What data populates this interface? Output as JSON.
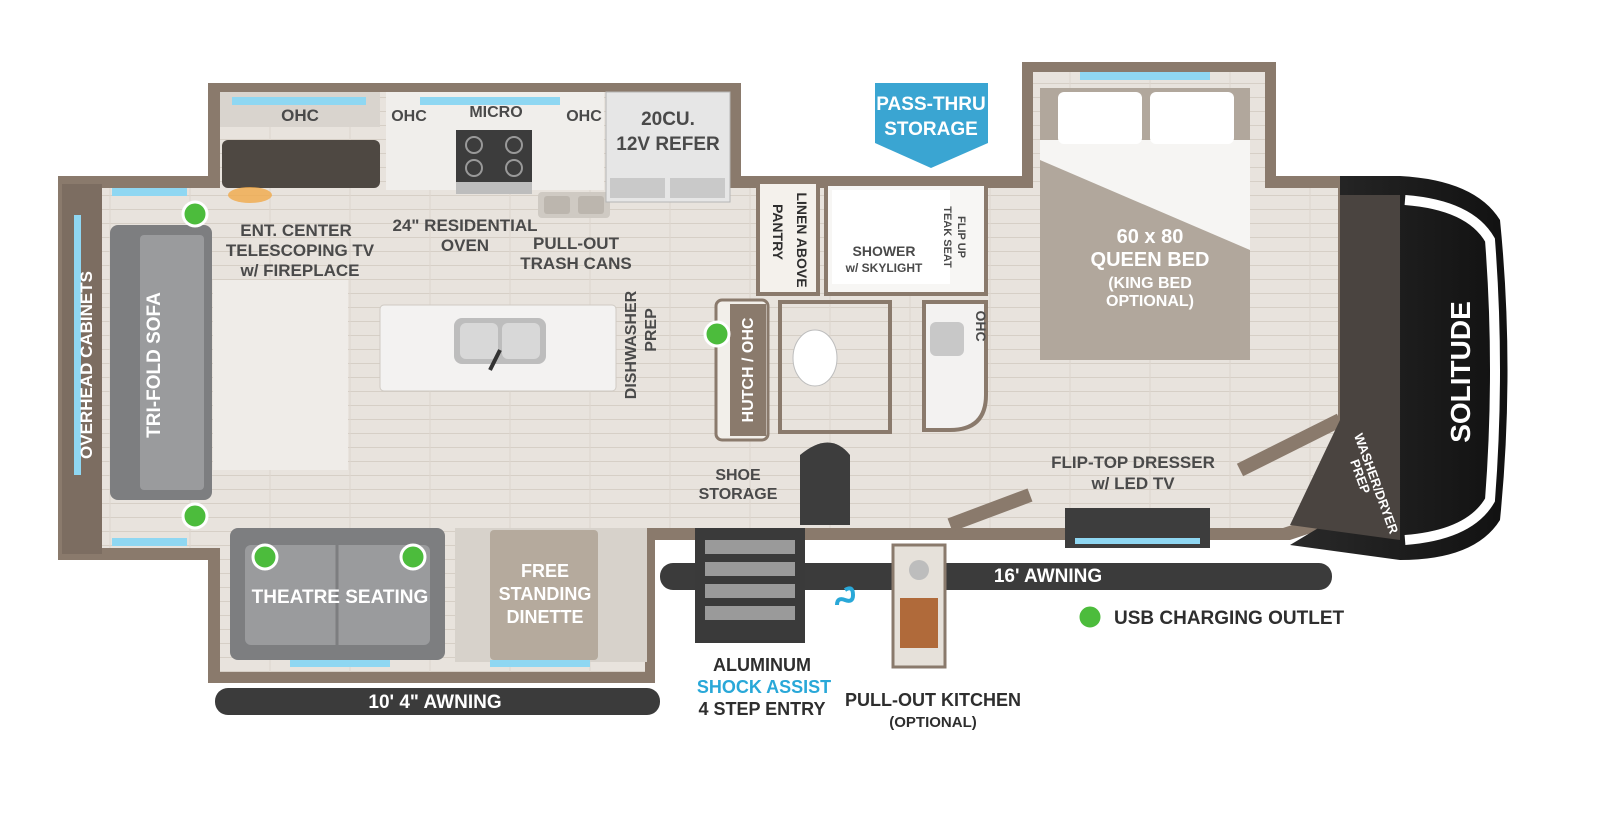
{
  "colors": {
    "wall": "#8a7a6c",
    "floor": "#e7e2dc",
    "awning": "#3b3b3b",
    "usb_dot": "#4cbc3c",
    "accent_blue": "#29a8d8",
    "pass_thru": "#3aa5d2"
  },
  "labels": {
    "ohc_1": "OHC",
    "ohc_2": "OHC",
    "micro": "MICRO",
    "ohc_3": "OHC",
    "refer_1": "20CU.",
    "refer_2": "12V REFER",
    "pass_thru_1": "PASS-THRU",
    "pass_thru_2": "STORAGE",
    "ent_1": "ENT. CENTER",
    "ent_2": "TELESCOPING TV",
    "ent_3": "w/ FIREPLACE",
    "oven_1": "24\" RESIDENTIAL",
    "oven_2": "OVEN",
    "trash_1": "PULL-OUT",
    "trash_2": "TRASH CANS",
    "dishwasher_1": "DISHWASHER",
    "dishwasher_2": "PREP",
    "linen": "LINEN ABOVE",
    "pantry": "PANTRY",
    "shower_1": "SHOWER",
    "shower_2": "w/ SKYLIGHT",
    "flipup_1": "FLIP UP",
    "flipup_2": "TEAK SEAT",
    "ohc_bath": "OHC",
    "bed_1": "60 x 80",
    "bed_2": "QUEEN BED",
    "bed_3": "(KING BED",
    "bed_4": "OPTIONAL)",
    "overhead_cabinets": "OVERHEAD CABINETS",
    "sofa": "TRI-FOLD SOFA",
    "hutch": "HUTCH / OHC",
    "shoe_1": "SHOE",
    "shoe_2": "STORAGE",
    "dresser_1": "FLIP-TOP DRESSER",
    "dresser_2": "w/ LED TV",
    "washer_1": "WASHER/DRYER",
    "washer_2": "PREP",
    "brand": "SOLITUDE",
    "theatre": "THEATRE SEATING",
    "dinette_1": "FREE",
    "dinette_2": "STANDING",
    "dinette_3": "DINETTE",
    "awning_16": "16' AWNING",
    "awning_10": "10' 4\" AWNING",
    "legend_usb": "USB CHARGING OUTLET",
    "entry_1": "ALUMINUM",
    "entry_2": "SHOCK ASSIST",
    "entry_3": "4 STEP ENTRY",
    "kitchen_1": "PULL-OUT KITCHEN",
    "kitchen_2": "(OPTIONAL)"
  }
}
